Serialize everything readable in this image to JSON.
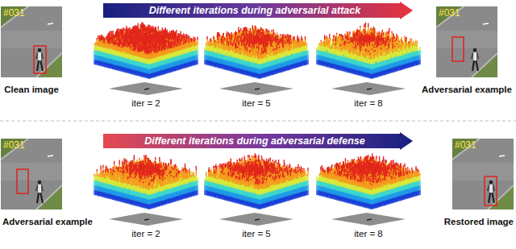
{
  "diagram": {
    "nodes": [
      {
        "text": [
          "Different iterations during adversarial attack"
        ]
      },
      {
        "text": [
          "#031",
          "Clean image"
        ]
      },
      {
        "text": [
          "#031",
          "Adversarial example"
        ]
      },
      {
        "text": [
          "Different iterations during adversarial defense"
        ]
      },
      {
        "text": [
          "#031",
          "Adversarial example"
        ]
      },
      {
        "text": [
          "#031",
          "Restored image"
        ]
      }
    ],
    "labels": [
      "iter = 2",
      "iter = 5",
      "iter = 8",
      "iter = 2",
      "iter = 5",
      "iter = 8"
    ]
  }
}
